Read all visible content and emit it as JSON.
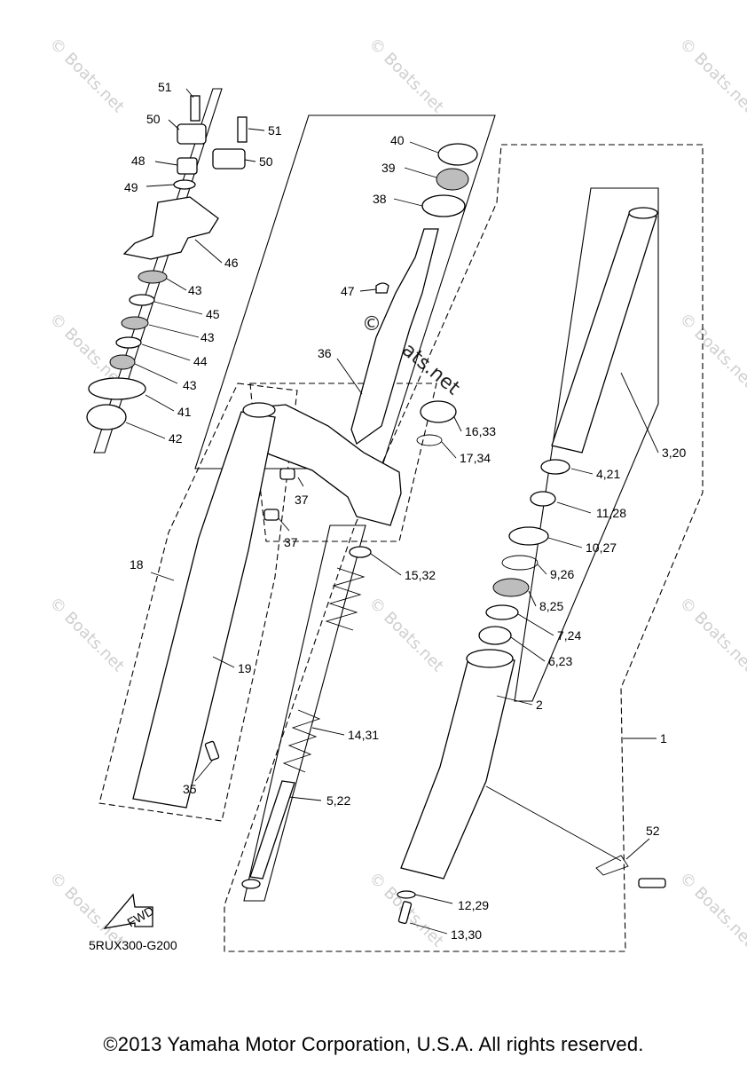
{
  "diagram": {
    "code": "5RUX300-G200",
    "fwd_label": "FWD",
    "copyright": "©2013 Yamaha Motor Corporation, U.S.A. All rights reserved.",
    "watermarks": {
      "center_symbol": "©",
      "center_text": "Boats.net",
      "tile_text": "© Boats.net"
    },
    "callouts": {
      "p51a": "51",
      "p50a": "50",
      "p51b": "51",
      "p48": "48",
      "p50b": "50",
      "p49": "49",
      "p46": "46",
      "p43a": "43",
      "p45": "45",
      "p43b": "43",
      "p44": "44",
      "p43c": "43",
      "p41": "41",
      "p42": "42",
      "p40": "40",
      "p39": "39",
      "p38": "38",
      "p47": "47",
      "p36": "36",
      "p16_33": "16,33",
      "p17_34": "17,34",
      "p37a": "37",
      "p37b": "37",
      "p3_20": "3,20",
      "p4_21": "4,21",
      "p11_28": "11,28",
      "p10_27": "10,27",
      "p9_26": "9,26",
      "p8_25": "8,25",
      "p7_24": "7,24",
      "p6_23": "6,23",
      "p18": "18",
      "p15_32": "15,32",
      "p19": "19",
      "p2": "2",
      "p14_31": "14,31",
      "p1": "1",
      "p35": "35",
      "p5_22": "5,22",
      "p52": "52",
      "p12_29": "12,29",
      "p13_30": "13,30"
    }
  }
}
